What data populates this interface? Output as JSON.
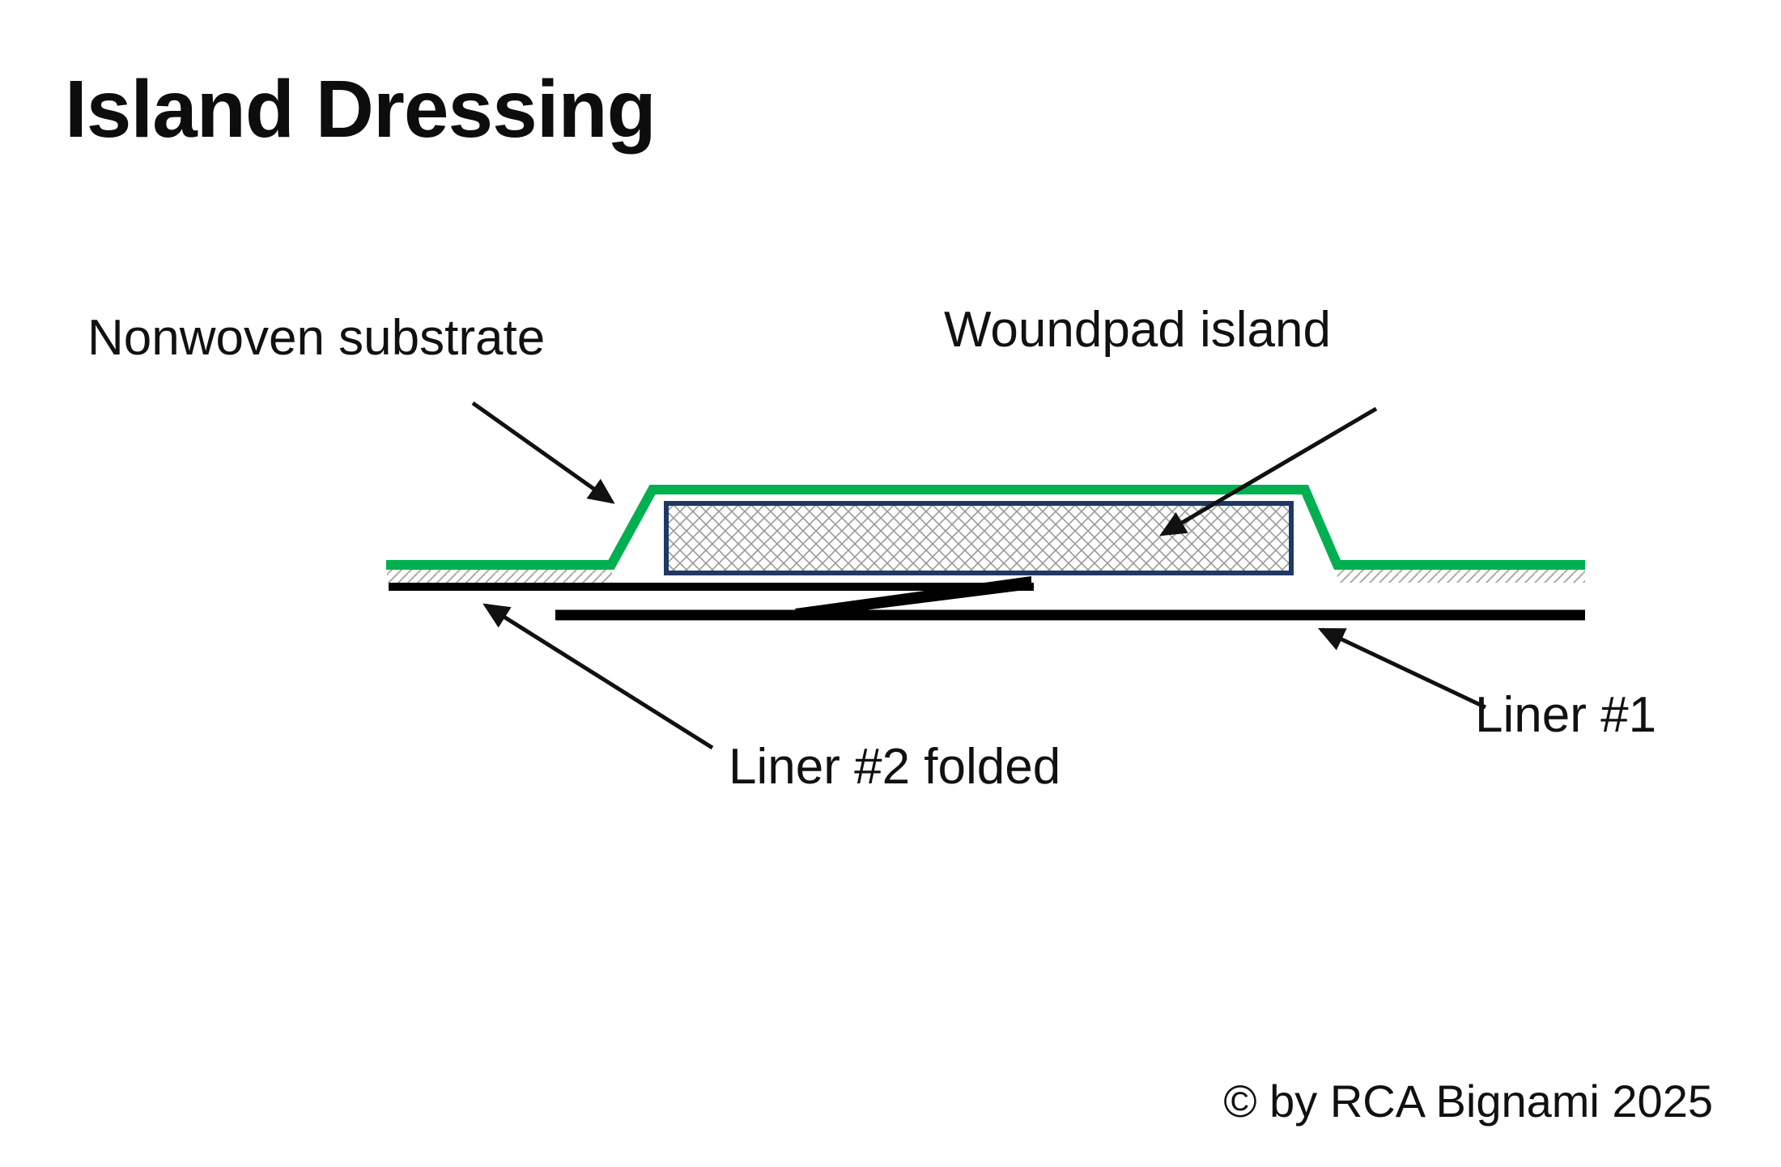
{
  "page": {
    "title": "Island Dressing",
    "copyright": "© by RCA Bignami 2025"
  },
  "labels": {
    "nonwoven": "Nonwoven substrate",
    "woundpad": "Woundpad island",
    "liner2": "Liner #2 folded",
    "liner1": "Liner #1"
  },
  "colors": {
    "substrate_green": "#00b050",
    "pad_border_navy": "#1f3864",
    "liner_black": "#000000",
    "hatch_gray": "#9a9a9a",
    "arrow_black": "#111111"
  }
}
